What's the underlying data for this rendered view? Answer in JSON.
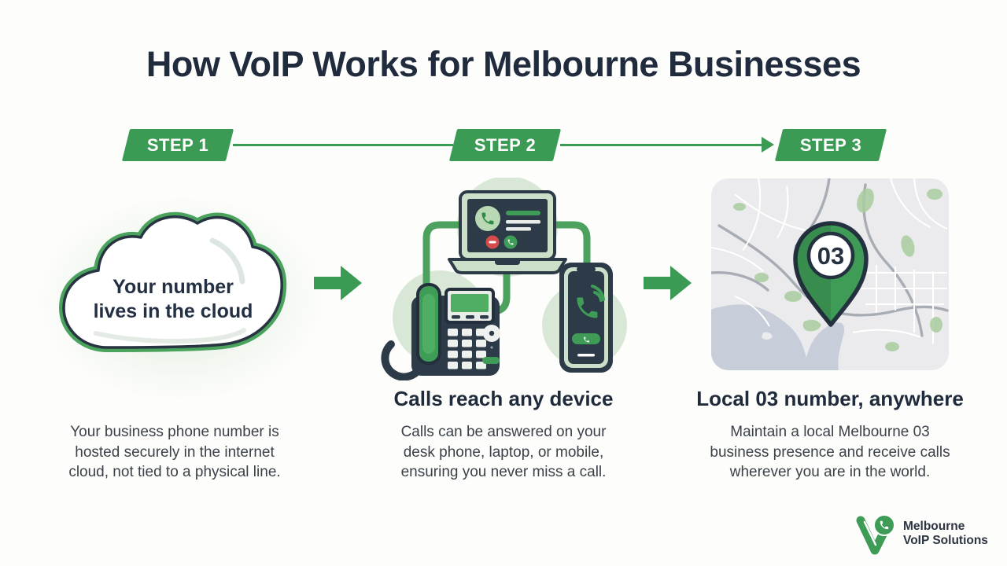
{
  "title": "How VoIP Works for Melbourne Businesses",
  "steps": [
    {
      "banner": "STEP 1",
      "cloud_text": "Your number\nlives in the cloud",
      "description": "Your business phone number is\nhosted securely in the internet\ncloud, not tied to a physical line."
    },
    {
      "banner": "STEP 2",
      "heading": "Calls reach any device",
      "description": "Calls can be answered on your\ndesk phone, laptop, or mobile,\nensuring you never miss a call."
    },
    {
      "banner": "STEP 3",
      "heading": "Local 03 number, anywhere",
      "description": "Maintain a local Melbourne 03\nbusiness presence and receive calls\nwherever you are in the world.",
      "pin_label": "03"
    }
  ],
  "logo": {
    "text": "Melbourne\nVoIP Solutions"
  },
  "colors": {
    "green": "#3b9a53",
    "green_connector": "#4ca15f",
    "sage_light": "#d9e8d6",
    "navy": "#273341",
    "title_navy": "#202c3d",
    "body_text": "#3b4148",
    "map_land": "#ebebed",
    "map_bay": "#c7ceda",
    "map_park": "#a9cd9f",
    "call_red": "#d64c4c"
  }
}
